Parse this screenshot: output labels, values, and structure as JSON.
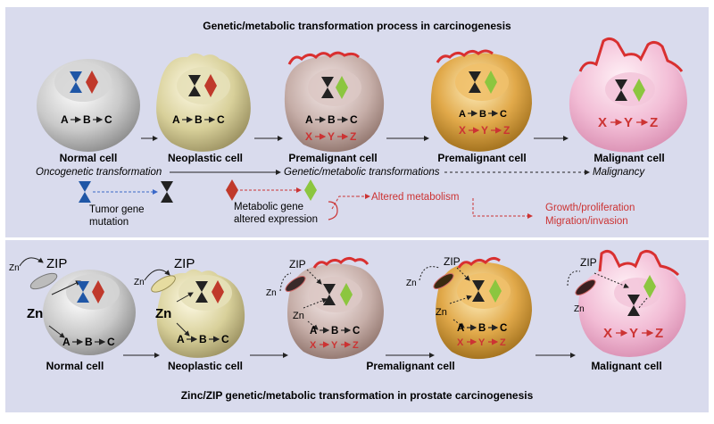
{
  "titles": {
    "top": "Genetic/metabolic transformation process in carcinogenesis",
    "bottom": "Zinc/ZIP genetic/metabolic transformation in prostate carcinogenesis"
  },
  "top_cells": [
    "Normal cell",
    "Neoplastic cell",
    "Premalignant cell",
    "Premalignant cell",
    "Malignant cell"
  ],
  "bottom_cells": [
    "Normal cell",
    "Neoplastic cell",
    "Premalignant cell",
    "Malignant cell"
  ],
  "pathway": {
    "normal": [
      "A",
      "B",
      "C"
    ],
    "altered": [
      "X",
      "Y",
      "Z"
    ]
  },
  "labels": {
    "oncogenetic": "Oncogenetic transformation",
    "genetic_metabolic": "Genetic/metabolic transformations",
    "malignancy": "Malignancy",
    "tumor_gene_line1": "Tumor gene",
    "tumor_gene_line2": "mutation",
    "metabolic_gene_line1": "Metabolic gene",
    "metabolic_gene_line2": "altered expression",
    "altered_metabolism": "Altered metabolism",
    "growth": "Growth/proliferation",
    "migration": "Migration/invasion",
    "zip": "ZIP",
    "zn": "Zn"
  },
  "colors": {
    "panel_bg": "#d9dbed",
    "red_text": "#cc3333",
    "membrane_red": "#d93030",
    "tumor_gene_blue": "#1f56a6",
    "tumor_gene_black": "#222222",
    "gene_red": "#c0392b",
    "gene_green": "#8cc63f",
    "blue_dash": "#3a68c8"
  }
}
